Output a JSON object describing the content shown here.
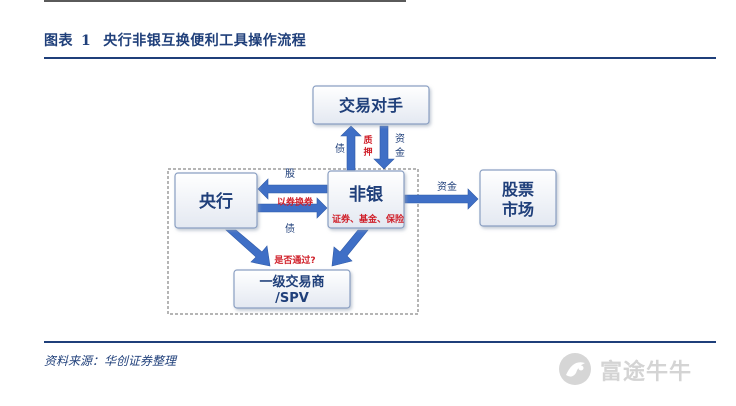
{
  "header": {
    "fig_label": "图表",
    "fig_number": "1",
    "title": "央行非银互换便利工具操作流程"
  },
  "nodes": {
    "counterparty": "交易对手",
    "central_bank": "央行",
    "non_bank": "非银",
    "stock_market_line1": "股票",
    "stock_market_line2": "市场",
    "dealer_line1": "一级交易商",
    "dealer_line2": "/SPV"
  },
  "flows": {
    "bond_to_counterparty": "债",
    "pledge_line1": "质",
    "pledge_line2": "押",
    "funds_line1": "资",
    "funds_line2": "金",
    "stock_to_cb": "股",
    "swap": "以券换券",
    "bond_to_nonbank": "债",
    "securities": "证券、基金、保险",
    "funds_to_market": "资金",
    "pass_check": "是否通过?"
  },
  "footer": {
    "source": "资料来源：华创证券整理",
    "watermark": "富途牛牛"
  },
  "colors": {
    "title_blue": "#1f3f7a",
    "node_border": "#8a9fc2",
    "arrow_blue": "#3f6fc6",
    "highlight_red": "#d0202a"
  }
}
